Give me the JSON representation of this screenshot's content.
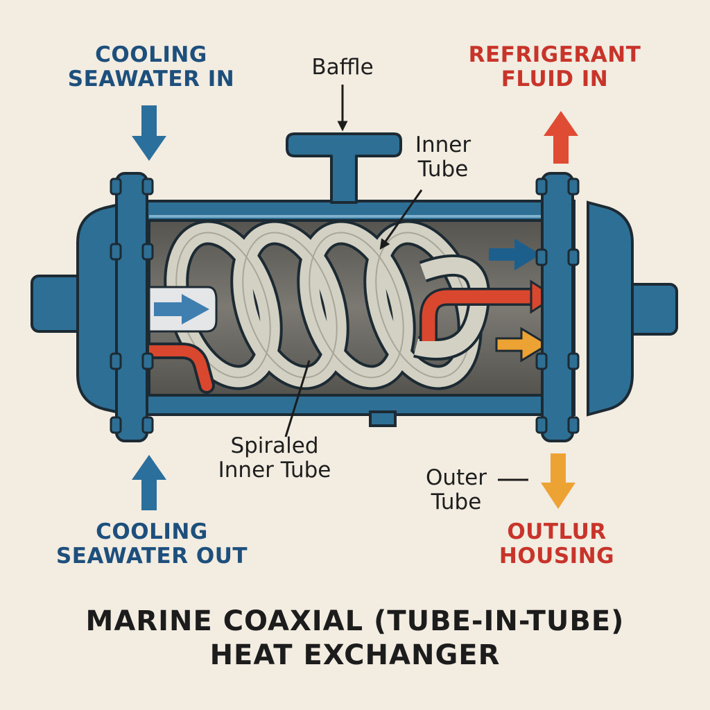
{
  "labels": {
    "cooling_in": [
      "COOLING",
      "SEAWATER IN"
    ],
    "refrigerant_in": [
      "REFRIGERANT",
      "FLUID IN"
    ],
    "baffle": "Baffle",
    "inner_tube": [
      "Inner",
      "Tube"
    ],
    "spiraled_inner_tube": [
      "Spiraled",
      "Inner Tube"
    ],
    "outer_tube": [
      "Outer",
      "Tube"
    ],
    "cooling_out": [
      "COOLING",
      "SEAWATER OUT"
    ],
    "outlet_housing": [
      "OUTLUR",
      "HOUSING"
    ]
  },
  "title": [
    "MARINE COAXIAL (TUBE-IN-TUBE)",
    "HEAT EXCHANGER"
  ],
  "colors": {
    "background": "#f2ece1",
    "shell_blue": "#2e6f95",
    "seawater_blue": "#1d5f8c",
    "refrigerant_red": "#d9472e",
    "outlet_orange": "#eda234",
    "tube_gray": "#d3d1c3",
    "interior_gray": "#6e6c66",
    "outline": "#1c2a33"
  }
}
